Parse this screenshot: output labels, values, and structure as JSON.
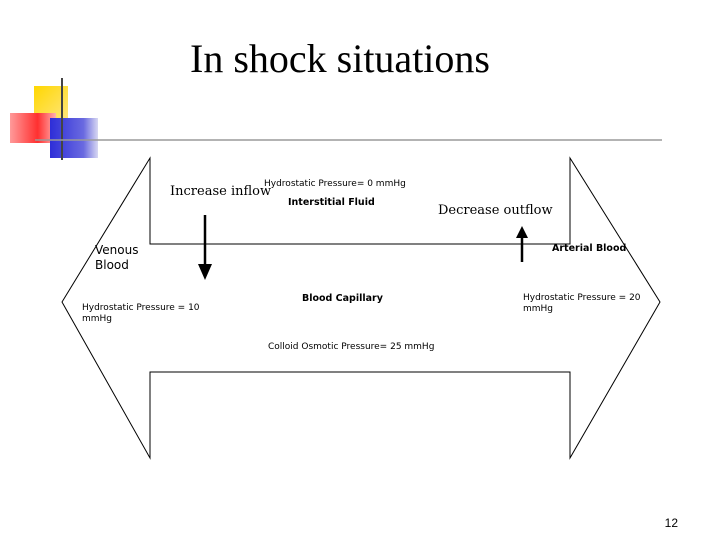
{
  "slide": {
    "title": "In shock situations",
    "page_number": "12"
  },
  "diagram": {
    "increase_inflow": "Increase inflow",
    "decrease_outflow": "Decrease outflow",
    "interstitial_hydrostatic": "Hydrostatic Pressure= 0 mmHg",
    "interstitial_fluid": "Interstitial Fluid",
    "venous_blood_line1": "Venous",
    "venous_blood_line2": "Blood",
    "arterial_blood": "Arterial Blood",
    "venous_hydrostatic_line1": "Hydrostatic Pressure  = 10",
    "venous_hydrostatic_line2": "mmHg",
    "blood_capillary": "Blood Capillary",
    "arterial_hydrostatic_line1": "Hydrostatic Pressure  = 20",
    "arterial_hydrostatic_line2": "mmHg",
    "colloid_osmotic": "Colloid Osmotic Pressure= 25 mmHg"
  },
  "colors": {
    "deco_yellow": "#ffd700",
    "deco_red": "#ff3b3b",
    "deco_blue": "#3a3adc",
    "line": "#9a9a9a"
  }
}
